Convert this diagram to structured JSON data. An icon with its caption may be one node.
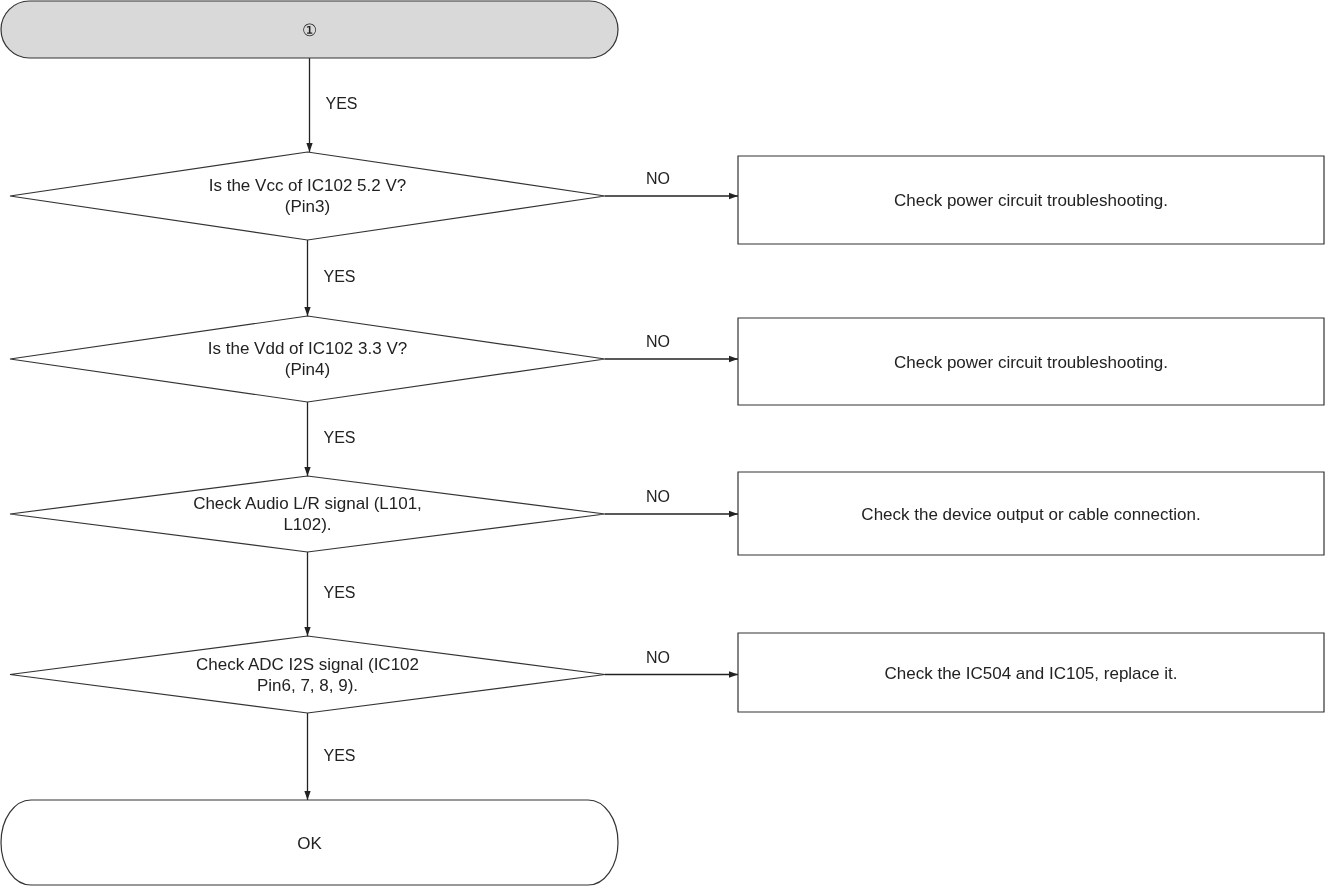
{
  "diagram": {
    "nodes": [
      {
        "text": [
          "①"
        ]
      },
      {
        "text": [
          "Is the Vcc of IC102 5.2 V? (Pin3)"
        ]
      },
      {
        "text": [
          "Check power circuit troubleshooting."
        ]
      },
      {
        "text": [
          "Is the Vdd of IC102 3.3 V? (Pin4)"
        ]
      },
      {
        "text": [
          "Check power circuit troubleshooting."
        ]
      },
      {
        "text": [
          "Check Audio L/R signal (L101, L102)."
        ]
      },
      {
        "text": [
          "Check the device output or cable connection."
        ]
      },
      {
        "text": [
          "Check ADC I2S signal (IC102 Pin6, 7, 8, 9)."
        ]
      },
      {
        "text": [
          "Check the IC504 and IC105, replace it."
        ]
      },
      {
        "text": [
          "OK"
        ]
      }
    ],
    "edges": [
      {
        "from": 0,
        "to": 1,
        "arrow": "to",
        "label": "YES"
      },
      {
        "from": 1,
        "to": 2,
        "arrow": "to",
        "label": "NO"
      },
      {
        "from": 1,
        "to": 3,
        "arrow": "to",
        "label": "YES"
      },
      {
        "from": 3,
        "to": 4,
        "arrow": "to",
        "label": "NO"
      },
      {
        "from": 3,
        "to": 5,
        "arrow": "to",
        "label": "YES"
      },
      {
        "from": 5,
        "to": 6,
        "arrow": "to",
        "label": "NO"
      },
      {
        "from": 5,
        "to": 7,
        "arrow": "to",
        "label": "YES"
      },
      {
        "from": 7,
        "to": 8,
        "arrow": "to",
        "label": "NO"
      },
      {
        "from": 7,
        "to": 9,
        "arrow": "to",
        "label": "YES"
      }
    ]
  }
}
